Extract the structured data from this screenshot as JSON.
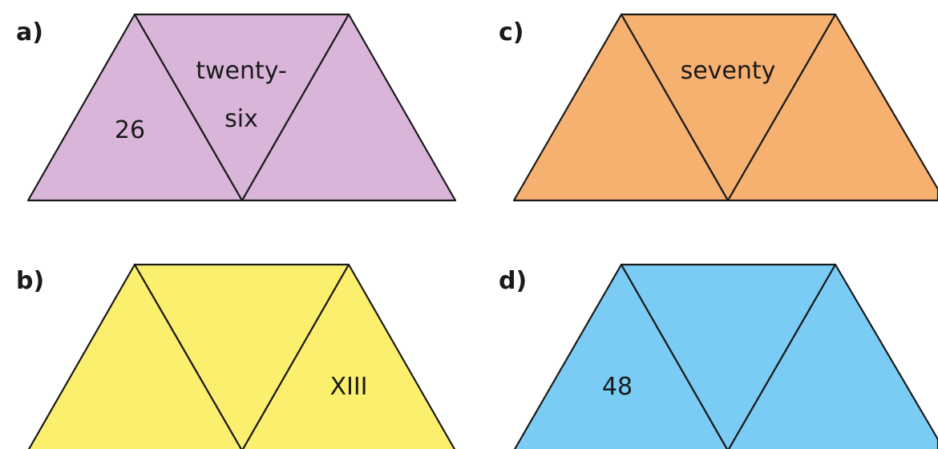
{
  "panels": [
    {
      "label": "a)",
      "color": "#d9b6d9",
      "left": "26",
      "middle": [
        "twenty-",
        "six"
      ],
      "right": ""
    },
    {
      "label": "b)",
      "color": "#fbf06d",
      "left": "",
      "middle": [],
      "right": "XIII"
    },
    {
      "label": "c)",
      "color": "#f6b070",
      "left": "",
      "middle": [
        "seventy"
      ],
      "right": ""
    },
    {
      "label": "d)",
      "color": "#7accf4",
      "left": "48",
      "middle": [],
      "right": ""
    }
  ]
}
